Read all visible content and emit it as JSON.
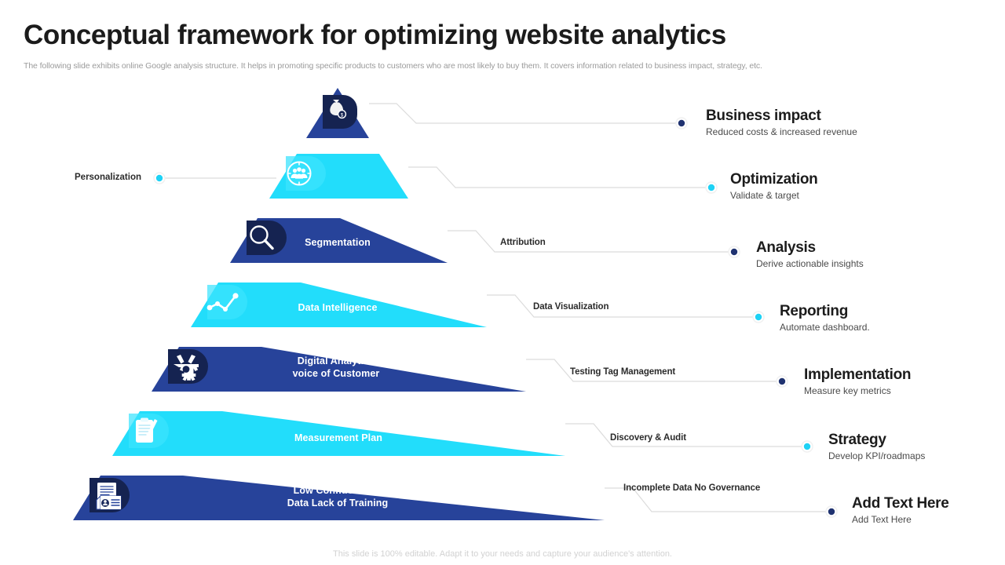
{
  "header": {
    "title": "Conceptual framework for optimizing website analytics",
    "subtitle": "The following slide exhibits online Google analysis structure. It helps in promoting specific products to customers who are most likely to buy them. It covers information related to business impact, strategy, etc."
  },
  "footer": {
    "note": "This slide is 100% editable. Adapt it to your needs and capture your audience's attention."
  },
  "colors": {
    "navy": "#27439a",
    "navy_dark": "#152351",
    "cyan": "#22ddfb",
    "cyan_icon": "#35e2fd",
    "dot_navy": "#1f3270",
    "dot_cyan": "#1ed2f5",
    "line": "#dcdcdc",
    "title": "#1b1b1b",
    "subtitle": "#9b9b9b"
  },
  "left_caption": {
    "label": "Personalization",
    "dot_color": "#1ed2f5"
  },
  "pyramid": {
    "tiers": [
      {
        "label": "",
        "icon": "money-bag-icon",
        "tone": "navy",
        "shape": "triangle"
      },
      {
        "label": "",
        "icon": "audience-group-icon",
        "tone": "cyan",
        "shape": "trapezoid"
      },
      {
        "label": "Segmentation",
        "icon": "magnifier-icon",
        "tone": "navy",
        "shape": "trapezoid"
      },
      {
        "label": "Data Intelligence",
        "icon": "line-chart-icon",
        "tone": "cyan",
        "shape": "trapezoid"
      },
      {
        "label": "Digital Analytics\nvoice of Customer",
        "icon": "gear-wrench-icon",
        "tone": "navy",
        "shape": "trapezoid"
      },
      {
        "label": "Measurement Plan",
        "icon": "clipboard-pen-icon",
        "tone": "cyan",
        "shape": "trapezoid"
      },
      {
        "label": "Low Confidence in\nData Lack of Training",
        "icon": "documents-icon",
        "tone": "navy",
        "shape": "trapezoid"
      }
    ]
  },
  "mid_captions": [
    {
      "text": "Attribution"
    },
    {
      "text": "Data Visualization"
    },
    {
      "text": "Testing Tag Management"
    },
    {
      "text": "Discovery & Audit"
    },
    {
      "text": "Incomplete Data\nNo Governance"
    }
  ],
  "right_labels": [
    {
      "title": "Business impact",
      "subtitle": "Reduced  costs & increased revenue",
      "dot": "#1f3270"
    },
    {
      "title": "Optimization",
      "subtitle": "Validate & target",
      "dot": "#1ed2f5"
    },
    {
      "title": "Analysis",
      "subtitle": "Derive  actionable insights",
      "dot": "#1f3270"
    },
    {
      "title": "Reporting",
      "subtitle": "Automate dashboard.",
      "dot": "#1ed2f5"
    },
    {
      "title": "Implementation",
      "subtitle": "Measure  key metrics",
      "dot": "#1f3270"
    },
    {
      "title": "Strategy",
      "subtitle": "Develop  KPI/roadmaps",
      "dot": "#1ed2f5"
    },
    {
      "title": "Add Text Here",
      "subtitle": "Add Text Here",
      "dot": "#1f3270"
    }
  ]
}
